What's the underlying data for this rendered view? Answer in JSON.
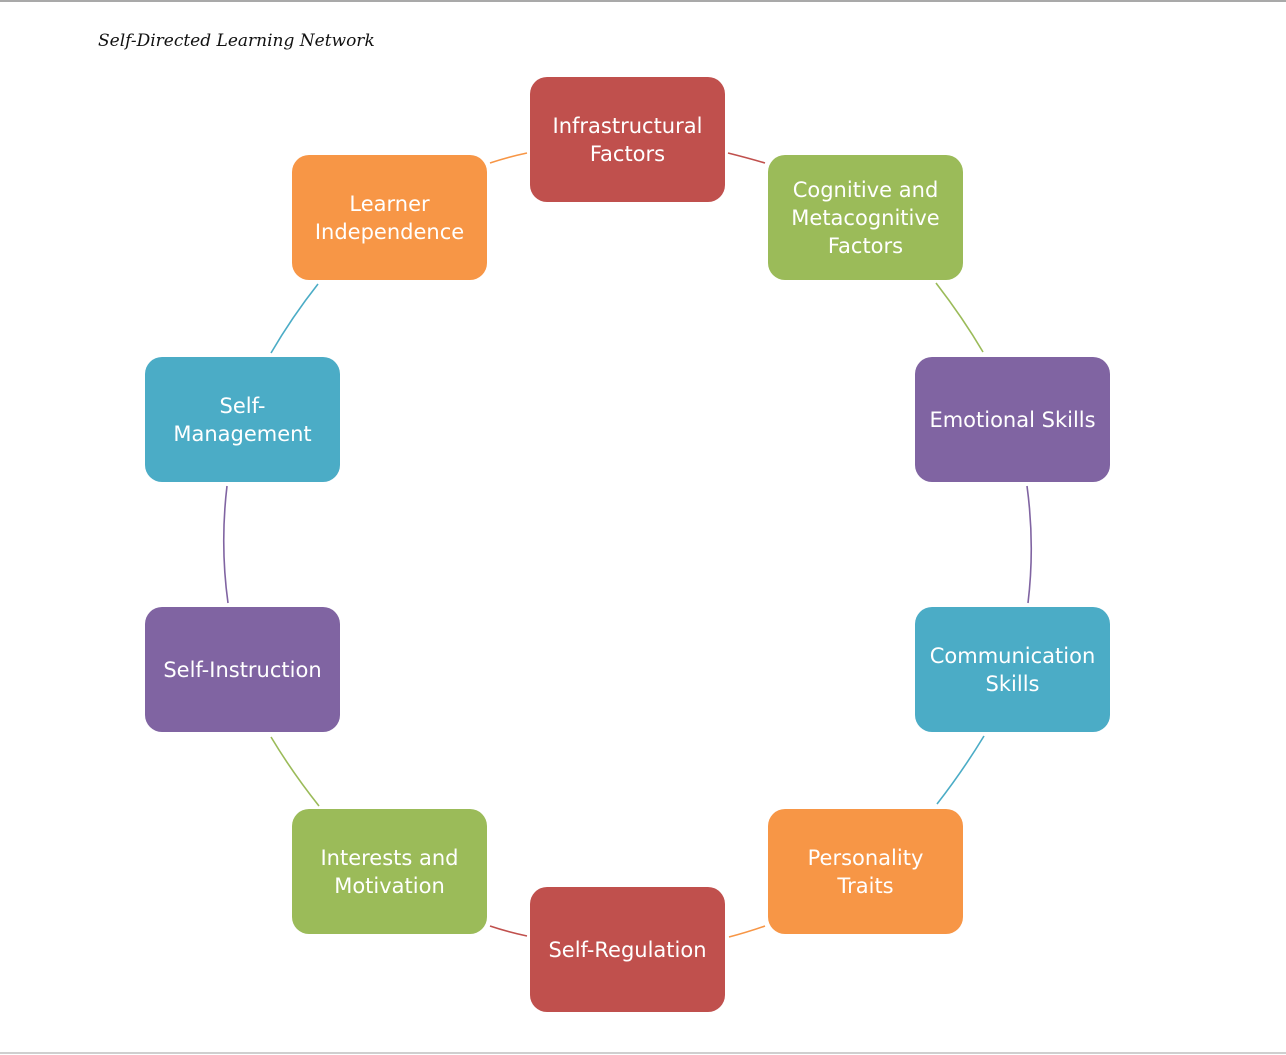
{
  "document": {
    "title": "Self-Directed Learning Network"
  },
  "colors": {
    "red": "#C0504D",
    "green": "#9BBB59",
    "purple": "#8064A2",
    "blue": "#4BACC6",
    "orange": "#F79646"
  },
  "diagram": {
    "type": "cycle",
    "nodes": [
      {
        "label": "Infrastructural\nFactors",
        "color": "#C0504D"
      },
      {
        "label": "Cognitive and\nMetacognitive\nFactors",
        "color": "#9BBB59"
      },
      {
        "label": "Emotional Skills",
        "color": "#8064A2"
      },
      {
        "label": "Communication\nSkills",
        "color": "#4BACC6"
      },
      {
        "label": "Personality\nTraits",
        "color": "#F79646"
      },
      {
        "label": "Self-Regulation",
        "color": "#C0504D"
      },
      {
        "label": "Interests and\nMotivation",
        "color": "#9BBB59"
      },
      {
        "label": "Self-Instruction",
        "color": "#8064A2"
      },
      {
        "label": "Self-\nManagement",
        "color": "#4BACC6"
      },
      {
        "label": "Learner\nIndependence",
        "color": "#F79646"
      }
    ]
  }
}
